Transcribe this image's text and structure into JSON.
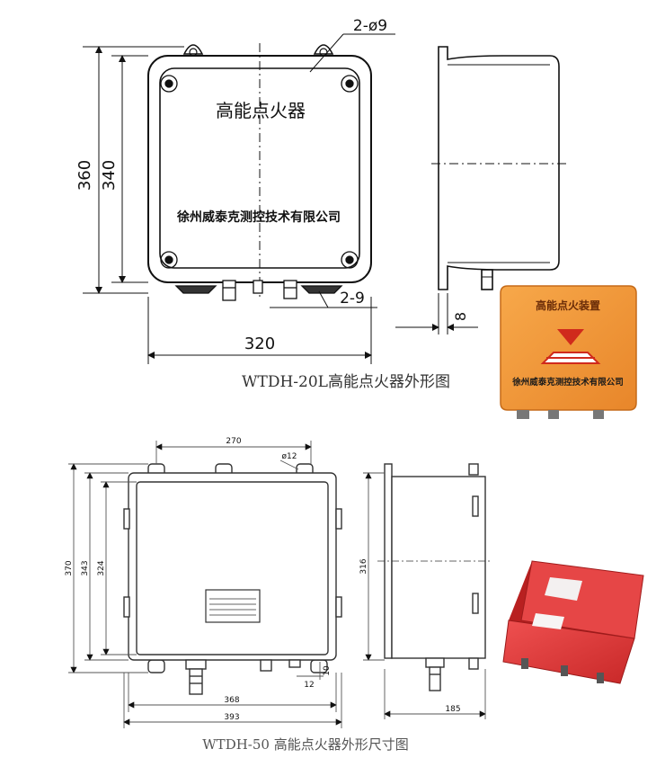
{
  "top_diagram": {
    "box_title": "高能点火器",
    "company": "徐州威泰克测控技术有限公司",
    "dims": {
      "height_outer": "360",
      "height_inner": "340",
      "width": "320",
      "holes_top": "2-ø9",
      "holes_bottom": "2-9",
      "side_thickness": "8"
    },
    "caption": "WTDH-20L高能点火器外形图",
    "product_photo": {
      "label": "高能点火装置",
      "company": "徐州威泰克测控技术有限公司",
      "body_color": "#f59a3a",
      "logo_color": "#d02a1c"
    }
  },
  "bottom_diagram": {
    "dims": {
      "top_width": "270",
      "hole": "ø12",
      "height_outer": "370",
      "height_mid": "343",
      "height_inner": "324",
      "side_height": "316",
      "bottom_small": "12",
      "bottom_small_v": "10",
      "width_inner": "368",
      "width_outer": "393",
      "depth": "185"
    },
    "caption": "WTDH-50 高能点火器外形尺寸图",
    "product_photo": {
      "body_color": "#e23a3a"
    }
  }
}
